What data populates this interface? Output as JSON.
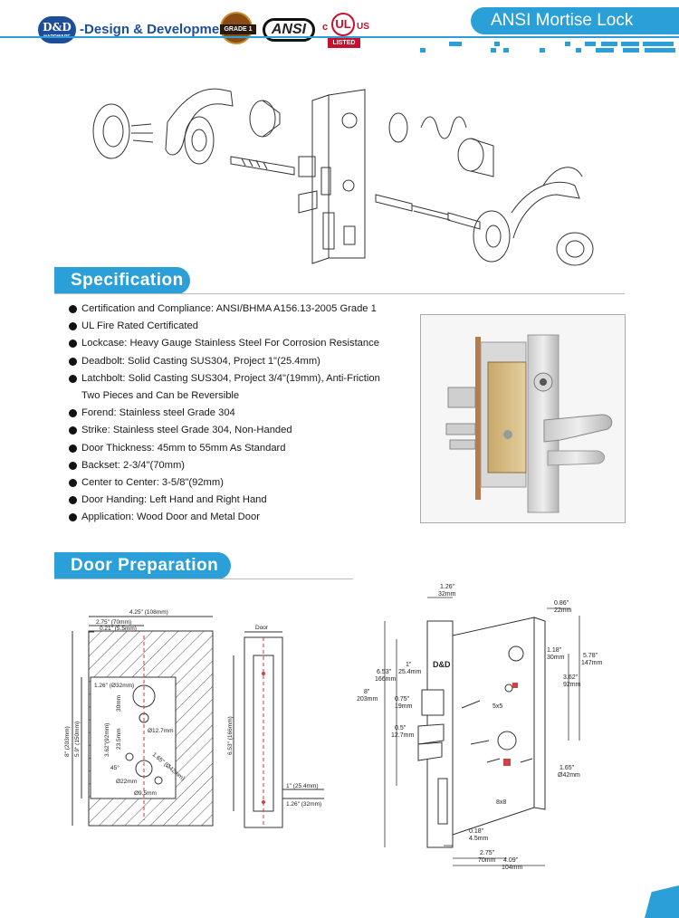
{
  "header": {
    "logo_text": "D&D",
    "logo_subtext": "HARDWARE",
    "tagline": "-Design & Development",
    "grade_badge": "GRADE 1",
    "ansi_logo": "ANSI",
    "ul": {
      "c": "c",
      "mark": "UL",
      "us": "US",
      "listed": "LISTED"
    },
    "title": "ANSI Mortise Lock"
  },
  "colors": {
    "accent": "#2a9fd8",
    "brand": "#1d4e9a",
    "ul_red": "#c8102e"
  },
  "specification": {
    "heading": "Specification",
    "items": [
      "Certification and Compliance: ANSI/BHMA A156.13-2005 Grade 1",
      "UL Fire Rated Certificated",
      "Lockcase: Heavy Gauge Stainless Steel For Corrosion Resistance",
      "Deadbolt: Solid Casting SUS304, Project 1\"(25.4mm)",
      "Latchbolt: Solid Casting SUS304, Project 3/4\"(19mm),  Anti-Friction",
      "Two Pieces and Can be Reversible",
      "Forend: Stainless steel Grade 304",
      "Strike: Stainless steel Grade 304, Non-Handed",
      "Door Thickness: 45mm to 55mm As Standard",
      " Backset: 2-3/4\"(70mm)",
      "Center to Center: 3-5/8\"(92mm)",
      "Door Handing: Left Hand and Right Hand",
      "Application: Wood Door and Metal Door"
    ]
  },
  "door_preparation": {
    "heading": "Door Preparation",
    "left_diagram": {
      "width_total": "4.25\" (108mm)",
      "width_mid": "2.75\" (70mm)",
      "width_small": "0.21\" (5.5mm)",
      "hole_top": "1.26\" (Ø32mm)",
      "dim_30": "30mm",
      "dim_92": "3.62\"(92mm)",
      "dim_12_7": "Ø12.7mm",
      "dim_23_5": "23.5mm",
      "dim_45": "45°",
      "dim_42": "1.65\" (Ø42mm)",
      "dim_22": "Ø22mm",
      "dim_9_5": "Ø9.5mm",
      "height_outer": "8\" (203mm)",
      "height_inner": "5.9\" (150mm)"
    },
    "door_edge": {
      "label": "Door",
      "height": "6.53\" (166mm)",
      "dim_1": "1\" (25.4mm)",
      "dim_2": "1.26\" (32mm)"
    },
    "right_diagram": {
      "top": [
        "1.26\"",
        "32mm"
      ],
      "face_width": [
        "0.86\"",
        "22mm"
      ],
      "h_118": [
        "1.18\"",
        "30mm"
      ],
      "h_578": [
        "5.78\"",
        "147mm"
      ],
      "h_362": [
        "3.62\"",
        "92mm"
      ],
      "d_165": [
        "1.65\"",
        "Ø42mm"
      ],
      "h_653": [
        "6.53\"",
        "166mm"
      ],
      "h_8": [
        "8\"",
        "203mm"
      ],
      "deadbolt": [
        "1\"",
        "25.4mm"
      ],
      "latch": [
        "0.75\"",
        "19mm"
      ],
      "latch2": [
        "0.5\"",
        "12.7mm"
      ],
      "sq5": "5x5",
      "sq8": "8x8",
      "b_018": [
        "0.18\"",
        "4.5mm"
      ],
      "b_275": [
        "2.75\"",
        "70mm"
      ],
      "b_409": [
        "4.09\"",
        "104mm"
      ],
      "plate": "D&D"
    }
  }
}
